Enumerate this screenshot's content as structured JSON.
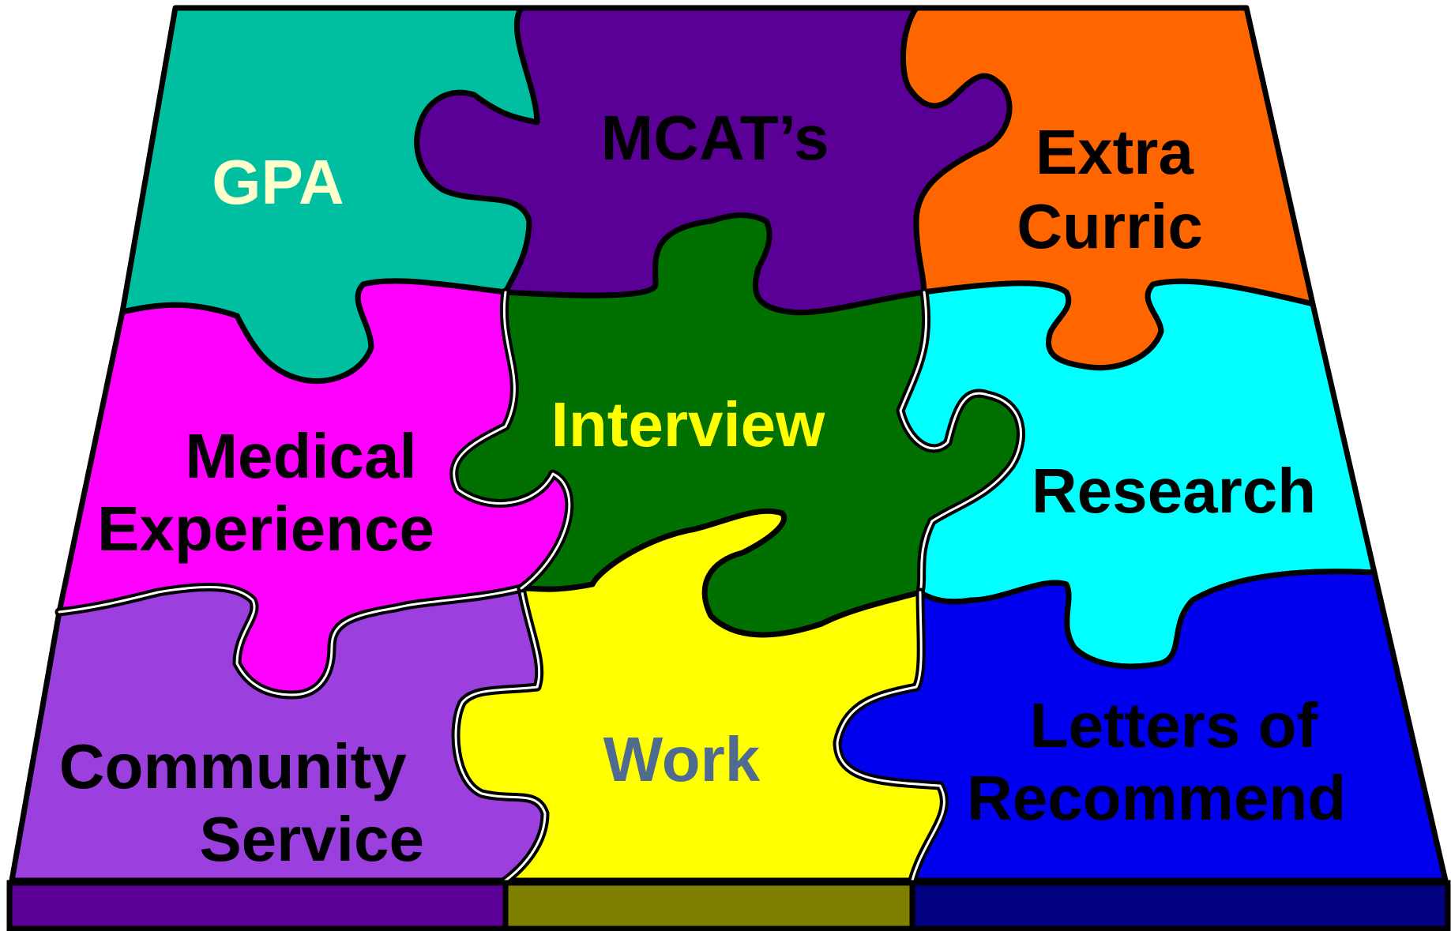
{
  "colors": {
    "gpa": "#00BFA0",
    "mcats": "#5B0096",
    "extra_curric": "#FF6600",
    "medical_experience": "#FF00FF",
    "interview": "#007000",
    "research": "#00FFFF",
    "community_service": "#9B3FDF",
    "work": "#FFFF00",
    "letters": "#0000EE",
    "base_left": "#5B0096",
    "base_middle": "#7F7F00",
    "base_right": "#000080"
  },
  "pieces": {
    "gpa": {
      "lines": [
        "GPA"
      ],
      "text_color": "#FFFFCC"
    },
    "mcats": {
      "lines": [
        "MCAT’s"
      ],
      "text_color": "#000000"
    },
    "extra_curric": {
      "lines": [
        "Extra",
        "Curric"
      ],
      "text_color": "#000000"
    },
    "medical_experience": {
      "lines": [
        "Medical",
        "Experience"
      ],
      "text_color": "#000000"
    },
    "interview": {
      "lines": [
        "Interview"
      ],
      "text_color": "#FFFF00"
    },
    "research": {
      "lines": [
        "Research"
      ],
      "text_color": "#000000"
    },
    "community_service": {
      "lines": [
        "Community",
        "Service"
      ],
      "text_color": "#000000"
    },
    "work": {
      "lines": [
        "Work"
      ],
      "text_color": "#4F6B8F"
    },
    "letters": {
      "lines": [
        "Letters of",
        "Recommend"
      ],
      "text_color": "#000000"
    }
  }
}
